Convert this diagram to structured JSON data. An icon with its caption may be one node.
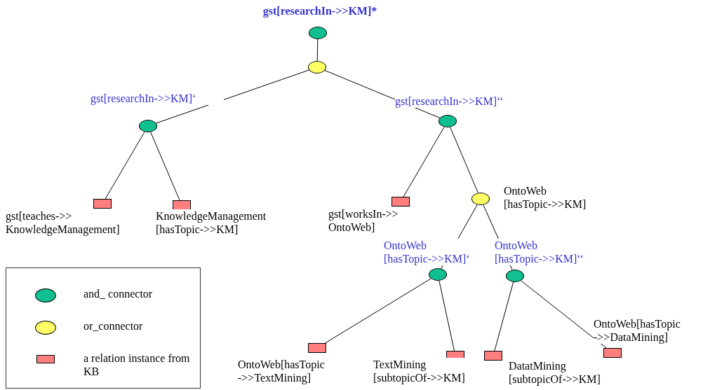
{
  "diagram": {
    "nodes": [
      {
        "text": [
          "gst[researchIn->>KM]*"
        ]
      },
      {
        "text": [],
        "shape": "circle"
      },
      {
        "text": [
          "gst[researchIn->>KM]‘"
        ]
      },
      {
        "text": [
          "gst[researchIn->>KM]‘‘"
        ]
      },
      {
        "text": [
          "gst[teaches->> KnowledgeManagement]"
        ]
      },
      {
        "text": [
          "KnowledgeManagement [hasTopic->>KM]"
        ]
      },
      {
        "text": [
          "gst[worksIn->> OntoWeb]"
        ]
      },
      {
        "text": [
          "OntoWeb [hasTopic->>KM]"
        ]
      },
      {
        "text": [
          "OntoWeb [hasTopic->>KM]‘"
        ]
      },
      {
        "text": [
          "OntoWeb [hasTopic->>KM]‘‘"
        ]
      },
      {
        "text": [
          "OntoWeb[hasTopic ->>TextMining]"
        ]
      },
      {
        "text": [
          "TextMining [subtopicOf->>KM]"
        ]
      },
      {
        "text": [
          "DatatMining [subtopicOf->>KM]"
        ]
      },
      {
        "text": [
          "OntoWeb[hasTopic ->>DataMining]"
        ]
      }
    ],
    "edges": [
      {
        "from": 0,
        "to": 1,
        "arrow": "none"
      },
      {
        "from": 1,
        "to": 2,
        "arrow": "none"
      },
      {
        "from": 1,
        "to": 3,
        "arrow": "none"
      },
      {
        "from": 2,
        "to": 4,
        "arrow": "none"
      },
      {
        "from": 2,
        "to": 5,
        "arrow": "none"
      },
      {
        "from": 3,
        "to": 6,
        "arrow": "none"
      },
      {
        "from": 3,
        "to": 7,
        "arrow": "none"
      },
      {
        "from": 7,
        "to": 8,
        "arrow": "none"
      },
      {
        "from": 7,
        "to": 9,
        "arrow": "none"
      },
      {
        "from": 8,
        "to": 10,
        "arrow": "none"
      },
      {
        "from": 8,
        "to": 11,
        "arrow": "none"
      },
      {
        "from": 9,
        "to": 12,
        "arrow": "none"
      },
      {
        "from": 9,
        "to": 13,
        "arrow": "none"
      }
    ],
    "legend": [
      {
        "text": "and_ connector",
        "color": "#10c090"
      },
      {
        "text": "or_connector",
        "color": "#ffff66"
      },
      {
        "text": "a relation instance from KB",
        "color": "#ff7f7f"
      }
    ]
  }
}
